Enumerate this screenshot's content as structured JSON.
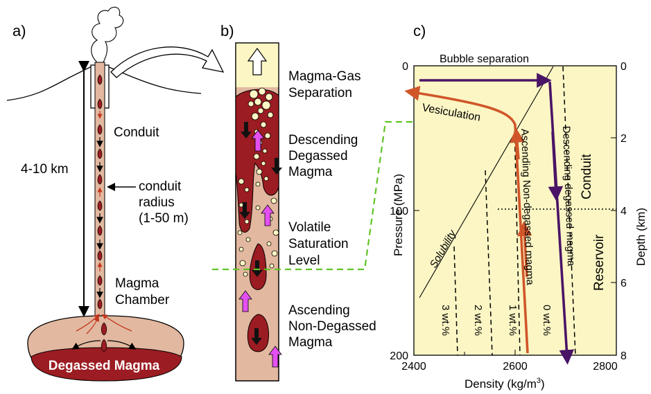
{
  "panel_a": {
    "label": "a)",
    "height_label": "4-10 km",
    "conduit_label": "Conduit",
    "radius_label": [
      "conduit",
      "radius",
      "(1-50 m)"
    ],
    "chamber_label": [
      "Magma",
      "Chamber"
    ],
    "degassed_label": "Degassed Magma"
  },
  "panel_b": {
    "label": "b)",
    "separation_label": [
      "Magma-Gas",
      "Separation"
    ],
    "descending_label": [
      "Descending",
      "Degassed",
      "Magma"
    ],
    "saturation_label": [
      "Volatile",
      "Saturation",
      "Level"
    ],
    "ascending_label": [
      "Ascending",
      "Non-Degassed",
      "Magma"
    ]
  },
  "panel_c": {
    "label": "c)",
    "bubble_separation": "Bubble separation",
    "vesiculation": "Vesiculation",
    "solubility": "Solubility",
    "ascending_curve": "Ascending Non-degassed magma",
    "descending_curve": "Descending degassed magma",
    "conduit": "Conduit",
    "reservoir": "Reservoir",
    "wt_labels": [
      "3 wt.%",
      "2 wt.%",
      "1 wt.%",
      "0 wt.%"
    ],
    "xlabel": "Density (kg/m",
    "xlabel_sup": "3",
    "xlabel_end": ")",
    "ylabel_left": "Pressure (MPa)",
    "ylabel_right": "Depth (km)",
    "x_ticks": [
      "2400",
      "2600",
      "2800"
    ],
    "p_ticks": [
      "0",
      "100",
      "200"
    ],
    "depth_ticks": [
      "0",
      "2",
      "4",
      "6",
      "8"
    ]
  },
  "colors": {
    "magma_dark": "#9b1c22",
    "magma_light": "#e2b8a0",
    "plot_bg": "#fbf6c4",
    "orange": "#d0562a",
    "purple": "#4a1466",
    "green": "#5fc425",
    "magenta": "#e34ff0"
  }
}
